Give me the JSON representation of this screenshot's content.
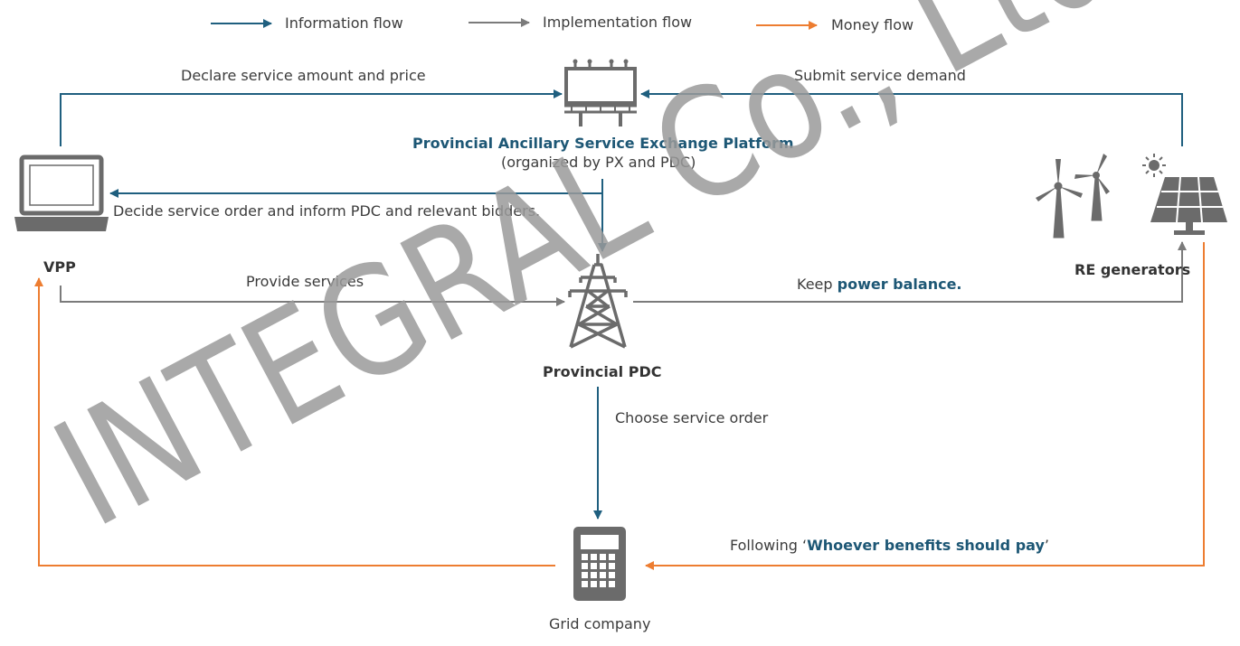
{
  "legend": {
    "information": "Information flow",
    "implementation": "Implementation  flow",
    "money": "Money flow"
  },
  "colors": {
    "information": "#1f5f7f",
    "implementation": "#7b7b7b",
    "money": "#ed7d31",
    "accent_text": "#1d5775",
    "watermark": "#9a9a9a"
  },
  "nodes": {
    "platform": {
      "title": "Provincial Ancillary Service Exchange Platform",
      "subtitle": "(organized by PX and PDC)",
      "icon": "billboard-icon"
    },
    "vpp": {
      "label": "VPP",
      "icon": "laptop-icon"
    },
    "re": {
      "label": "RE generators",
      "icons": [
        "wind-turbine-icon",
        "solar-panel-icon"
      ]
    },
    "pdc": {
      "label": "Provincial PDC",
      "icon": "transmission-tower-icon"
    },
    "grid": {
      "label": "Grid company",
      "icon": "calculator-icon"
    }
  },
  "flows": {
    "declare": "Declare service amount and price",
    "submit": "Submit service demand",
    "decide": "Decide service order and inform PDC and relevant bidders.",
    "provide": "Provide services",
    "keep_prefix": "Keep ",
    "keep_bold": "power balance.",
    "choose": "Choose service order",
    "following_prefix": "Following ‘",
    "following_bold": "Whoever benefits should pay",
    "following_suffix": "’"
  },
  "watermark": "INTEGRAL Co., Ltd"
}
